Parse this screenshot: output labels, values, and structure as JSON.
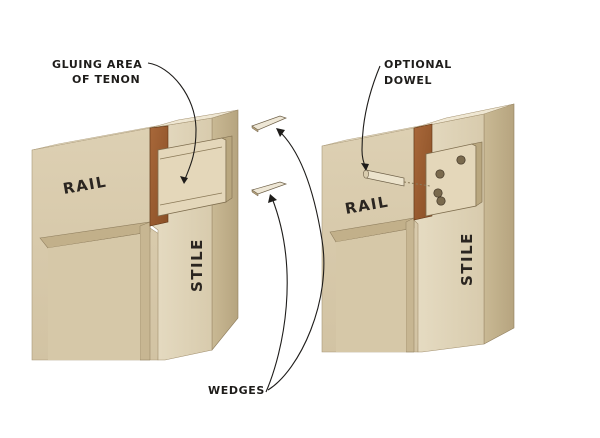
{
  "labels": {
    "gluing_area_line1": "GLUING AREA",
    "gluing_area_line2": "OF TENON",
    "optional_line1": "OPTIONAL",
    "optional_line2": "DOWEL",
    "rail_left": "RAIL",
    "stile_left": "STILE",
    "rail_right": "RAIL",
    "stile_right": "STILE",
    "wedges": "WEDGES"
  },
  "colors": {
    "wood_face": "#ddd0b4",
    "wood_light": "#e9dfc7",
    "wood_shadow": "#bfae8b",
    "end_grain": "#9a5a2c",
    "tenon": "#e2d5b6",
    "ink": "#1e1c1a"
  }
}
